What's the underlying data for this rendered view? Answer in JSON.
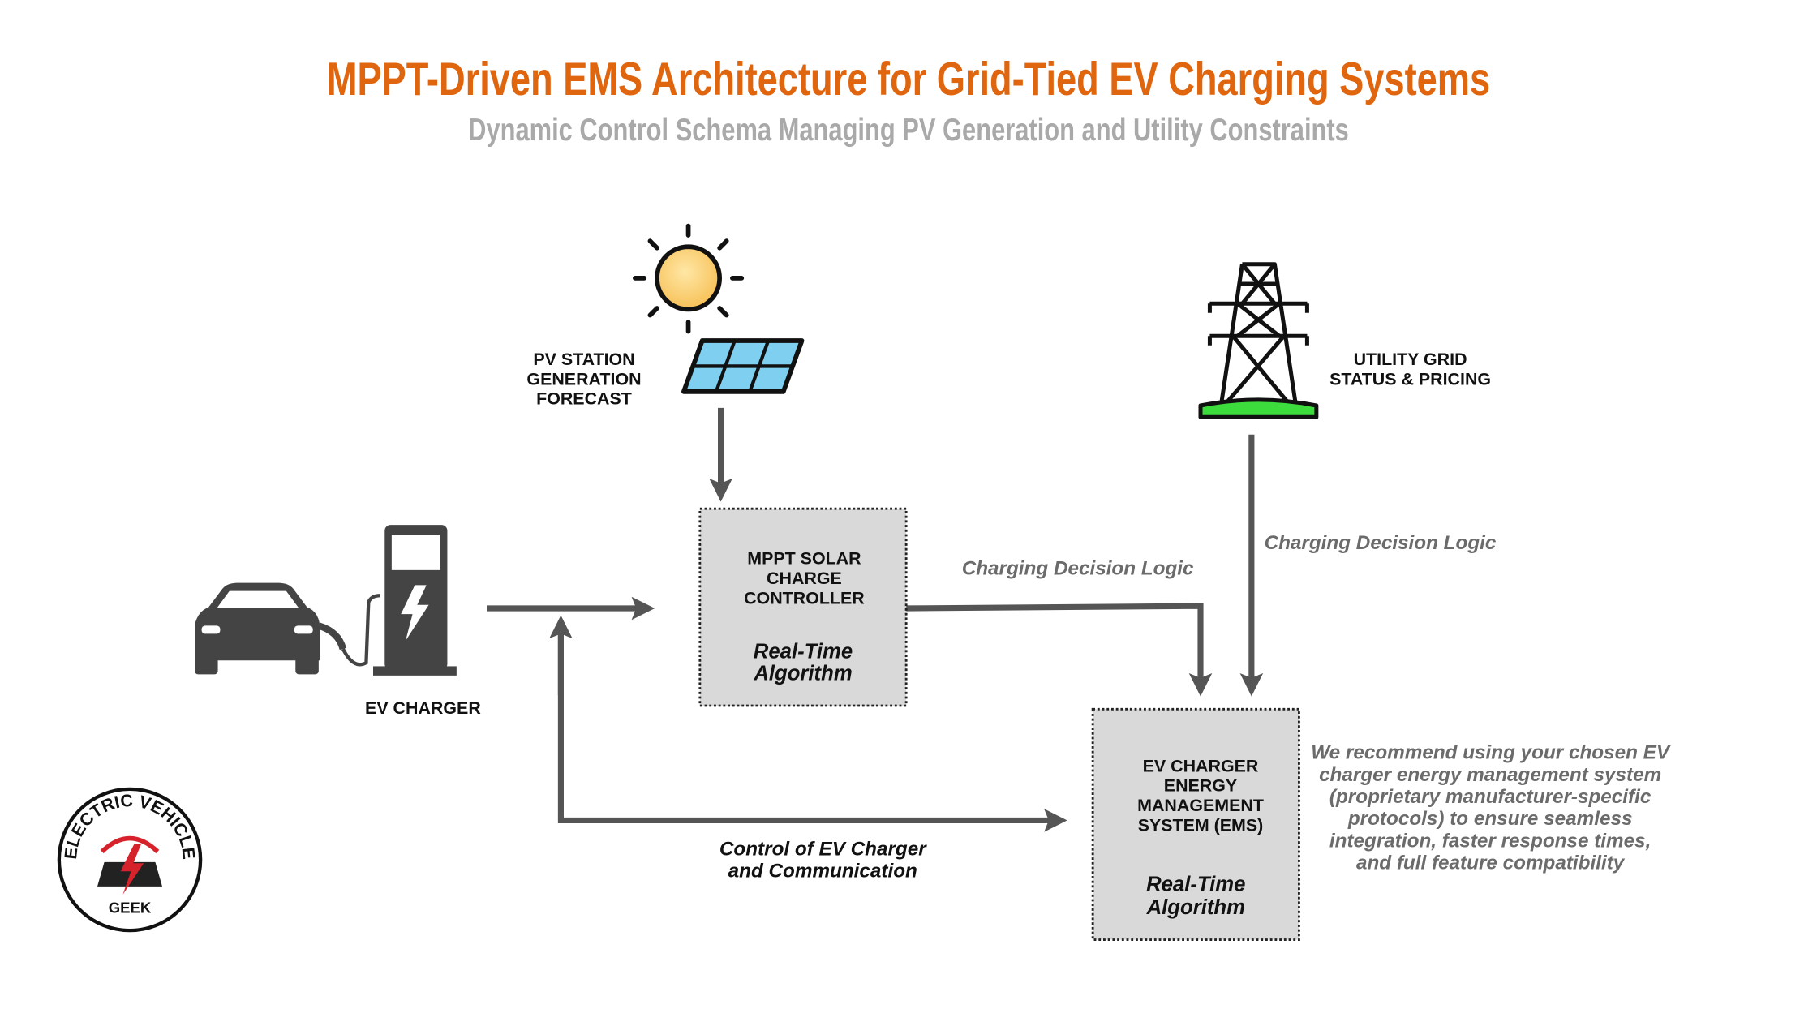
{
  "header": {
    "title": "MPPT-Driven EMS Architecture for Grid-Tied EV Charging Systems",
    "subtitle": "Dynamic Control Schema Managing PV Generation and Utility Constraints"
  },
  "colors": {
    "title": "#E0650F",
    "subtitle": "#A9A9A9",
    "box_fill": "#D9D9D9",
    "arrow": "#555555",
    "sun": "#FCD57A",
    "panel": "#7ECFF0",
    "grid_base": "#3DDC3D",
    "annotation": "#6B6B6B"
  },
  "nodes": {
    "pv": {
      "lines": [
        "PV STATION",
        "GENERATION",
        "FORECAST"
      ],
      "icons": [
        "sun-icon",
        "solar-panel-icon"
      ]
    },
    "grid": {
      "lines": [
        "UTILITY GRID",
        "STATUS & PRICING"
      ],
      "icon": "transmission-tower-icon"
    },
    "ev": {
      "label": "EV CHARGER",
      "icons": [
        "car-icon",
        "charging-station-icon"
      ]
    },
    "mppt": {
      "lines": [
        "MPPT SOLAR",
        "CHARGE",
        "CONTROLLER"
      ],
      "sub": [
        "Real-Time",
        "Algorithm"
      ]
    },
    "ems": {
      "lines": [
        "EV CHARGER",
        "ENERGY",
        "MANAGEMENT",
        "SYSTEM (EMS)"
      ],
      "sub": [
        "Real-Time",
        "Algorithm"
      ]
    }
  },
  "edges": {
    "mppt_to_ems": "Charging Decision Logic",
    "grid_to_ems": "Charging Decision Logic",
    "control": [
      "Control of EV Charger",
      "and Communication"
    ]
  },
  "note": {
    "lines": [
      "We recommend using your chosen EV",
      "charger energy management system",
      "(proprietary manufacturer-specific",
      "protocols) to ensure seamless",
      "integration, faster response times,",
      "and full feature compatibility"
    ]
  },
  "logo": {
    "text_top": "ELECTRIC VEHICLE",
    "text_bottom": "GEEK"
  }
}
